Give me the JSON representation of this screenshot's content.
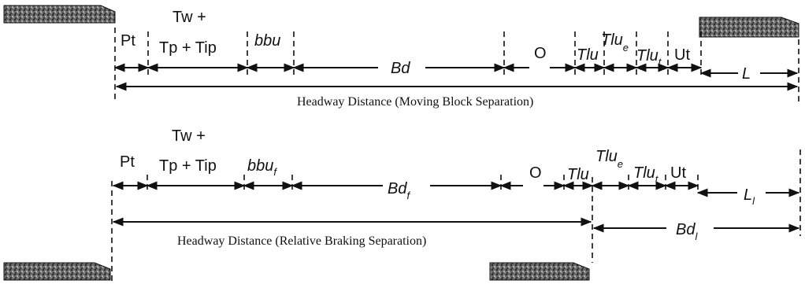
{
  "top": {
    "pt": "Pt",
    "tw": "Tw +",
    "tp_tip": "Tp + Tip",
    "bbu": "bbu",
    "bd": "Bd",
    "o": "O",
    "tlu": "Tlu",
    "tlu_e_base": "Tlu",
    "tlu_e_sub": "e",
    "tlu_t_base": "Tlu",
    "tlu_t_sub": "t",
    "ut": "Ut",
    "l": "L",
    "caption": "Headway Distance (Moving Block Separation)"
  },
  "bottom": {
    "pt": "Pt",
    "tw": "Tw +",
    "tp_tip": "Tp + Tip",
    "bbu_base": "bbu",
    "bbu_sub": "f",
    "bd_base": "Bd",
    "bd_sub": "f",
    "o": "O",
    "tlu": "Tlu",
    "tlu_e_base": "Tlu",
    "tlu_e_sub": "e",
    "tlu_t_base": "Tlu",
    "tlu_t_sub": "t",
    "ut": "Ut",
    "l_base": "L",
    "l_sub": "l",
    "bdl_base": "Bd",
    "bdl_sub": "l",
    "caption": "Headway Distance (Relative Braking Separation)"
  }
}
